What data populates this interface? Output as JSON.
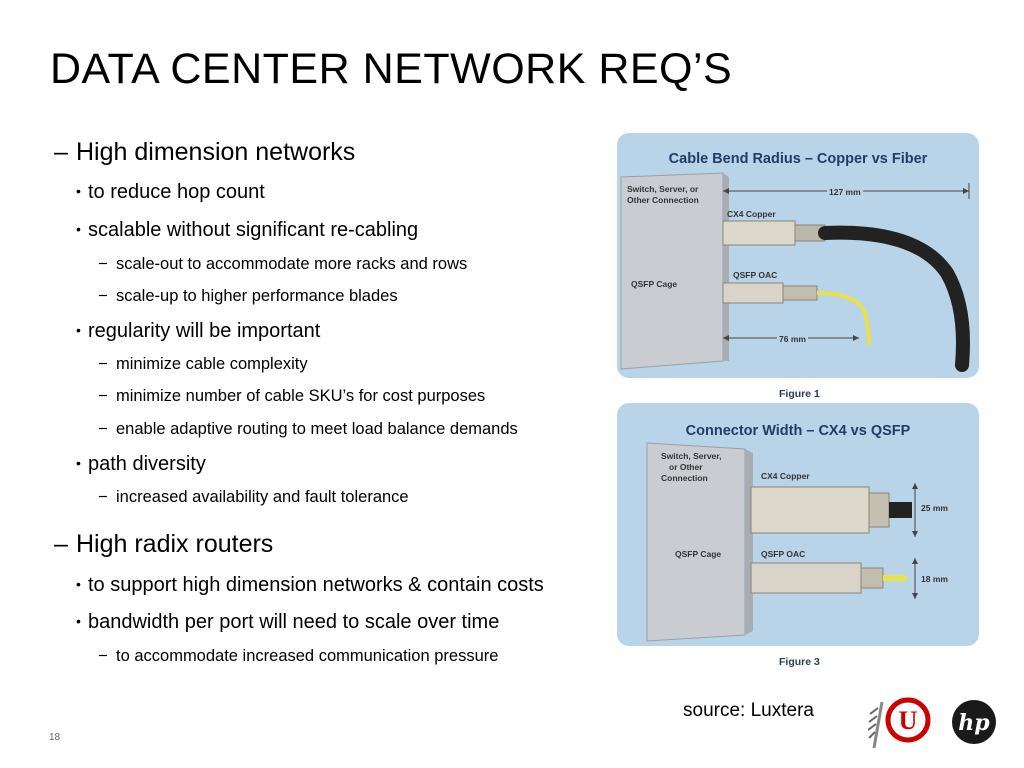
{
  "slide": {
    "title": "DATA CENTER NETWORK REQ’S",
    "page_number": "18",
    "source": "source: Luxtera"
  },
  "bullets": {
    "l1_dash": "–",
    "l2_dot": "•",
    "l3_dash": "−",
    "high_dimension": {
      "label": "High dimension networks",
      "reduce_hop": "to reduce hop count",
      "scalable": "scalable without significant re-cabling",
      "scale_out": "scale-out to accommodate more racks and rows",
      "scale_up": "scale-up to higher performance blades",
      "regularity": "regularity will be important",
      "min_complexity": "minimize cable complexity",
      "min_sku": "minimize number of cable SKU’s for cost purposes",
      "adaptive": "enable adaptive routing to meet load balance demands",
      "path_diversity": "path diversity",
      "availability": "increased availability and fault tolerance"
    },
    "high_radix": {
      "label": "High radix routers",
      "support": "to support high dimension networks & contain costs",
      "bandwidth": "bandwidth per port will need to scale over time",
      "pressure": "to accommodate increased communication pressure"
    }
  },
  "figure1": {
    "title": "Cable Bend Radius – Copper vs Fiber",
    "caption": "Figure 1",
    "switch_label_1": "Switch, Server, or",
    "switch_label_2": "Other Connection",
    "cx4": "CX4 Copper",
    "qsfp_oac": "QSFP OAC",
    "qsfp_cage": "QSFP Cage",
    "dim_top": "127 mm",
    "dim_bottom": "76 mm"
  },
  "figure3": {
    "title": "Connector Width – CX4 vs QSFP",
    "caption": "Figure 3",
    "switch_label_1": "Switch, Server,",
    "switch_label_2": "or Other",
    "switch_label_3": "Connection",
    "cx4": "CX4 Copper",
    "qsfp_oac": "QSFP OAC",
    "qsfp_cage": "QSFP Cage",
    "dim_top": "25 mm",
    "dim_bottom": "18 mm"
  },
  "logos": {
    "utah": "U",
    "hp": "hp"
  },
  "colors": {
    "figure_bg": "#b9d3e8",
    "figure_title": "#253a66",
    "fiber_yellow": "#e8e24a",
    "utah_red": "#cc0000"
  }
}
